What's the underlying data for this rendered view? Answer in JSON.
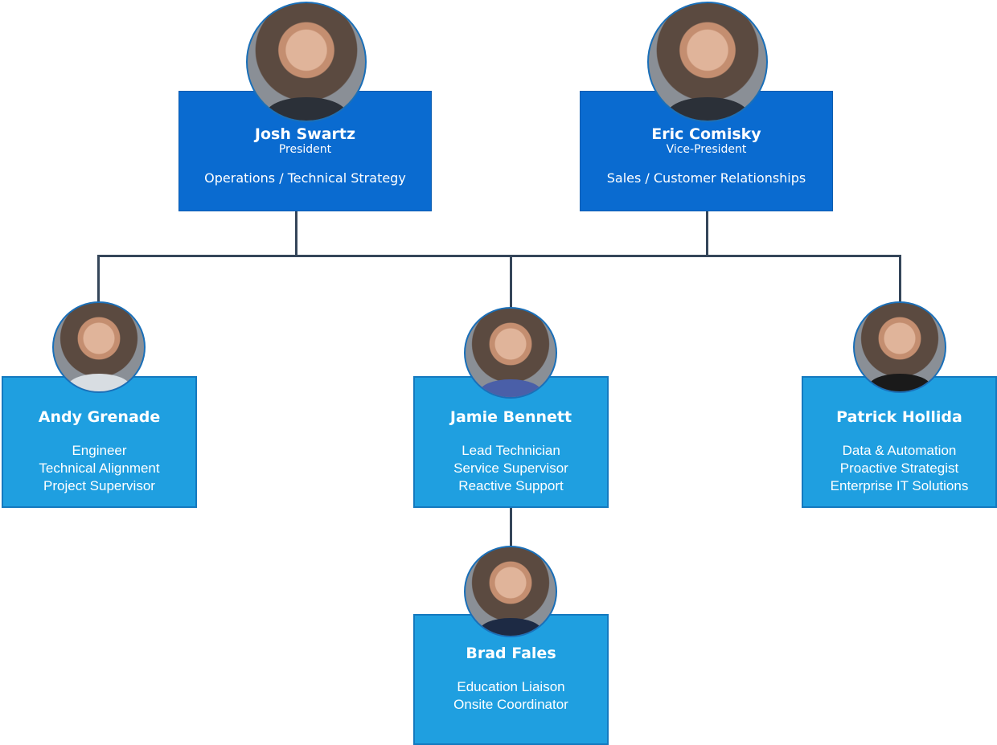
{
  "leaders": [
    {
      "name": "Josh Swartz",
      "title": "President",
      "dept": "Operations / Technical Strategy"
    },
    {
      "name": "Eric Comisky",
      "title": "Vice-President",
      "dept": "Sales / Customer Relationships"
    }
  ],
  "staff": [
    {
      "name": "Andy Grenade",
      "roles": [
        "Engineer",
        "Technical Alignment",
        "Project Supervisor"
      ]
    },
    {
      "name": "Jamie Bennett",
      "roles": [
        "Lead Technician",
        "Service Supervisor",
        "Reactive Support"
      ]
    },
    {
      "name": "Patrick Hollida",
      "roles": [
        "Data & Automation",
        "Proactive Strategist",
        "Enterprise IT Solutions"
      ]
    },
    {
      "name": "Brad Fales",
      "roles": [
        "Education Liaison",
        "Onsite Coordinator"
      ]
    }
  ],
  "colors": {
    "leader_box": "#0a6bd0",
    "staff_box": "#1f9fe0",
    "connector": "#35465a"
  }
}
